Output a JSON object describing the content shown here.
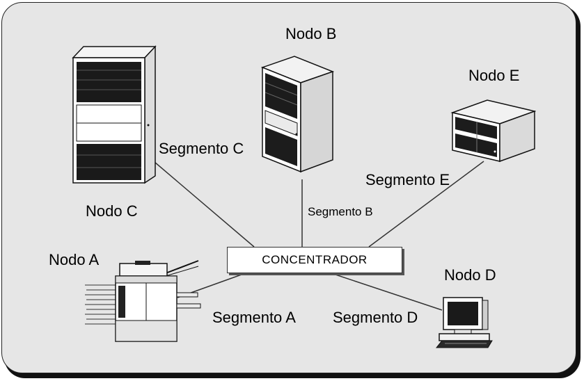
{
  "diagram": {
    "hub_label": "CONCENTRADOR",
    "nodes": {
      "a": {
        "label": "Nodo A",
        "segment": "Segmento A",
        "icon": "printer-icon"
      },
      "b": {
        "label": "Nodo B",
        "segment": "Segmento B",
        "icon": "server-tower-icon"
      },
      "c": {
        "label": "Nodo C",
        "segment": "Segmento C",
        "icon": "mainframe-cabinet-icon"
      },
      "d": {
        "label": "Nodo D",
        "segment": "Segmento D",
        "icon": "workstation-icon"
      },
      "e": {
        "label": "Nodo E",
        "segment": "Segmento E",
        "icon": "minicomputer-icon"
      }
    }
  },
  "colors": {
    "background": "#e6e6e6",
    "frame": "#222222",
    "lines": "#333333",
    "hub_fill": "#ffffff"
  }
}
